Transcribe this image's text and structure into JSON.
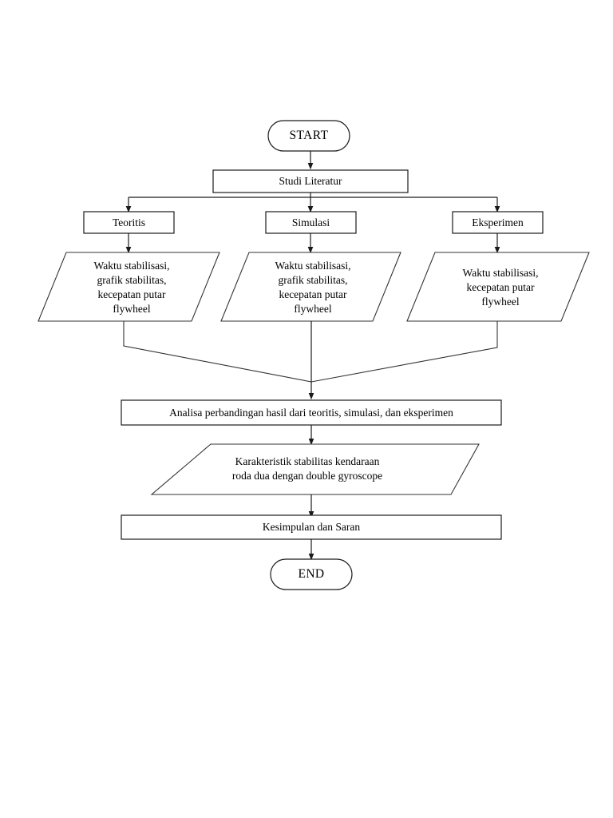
{
  "diagram": {
    "title": "Research Methodology Flowchart",
    "background_color": "#ffffff",
    "line_color": "#1a1a1a",
    "text_color": "#000000"
  },
  "nodes": {
    "start": {
      "label": "START",
      "shape": "terminal"
    },
    "studi_literatur": {
      "label": "Studi Literatur",
      "shape": "process"
    },
    "teoritis": {
      "label": "Teoritis",
      "shape": "process"
    },
    "simulasi": {
      "label": "Simulasi",
      "shape": "process"
    },
    "eksperimen": {
      "label": "Eksperimen",
      "shape": "process"
    },
    "data_teoritis": {
      "label": "Waktu stabilisasi,\ngrafik stabilitas,\nkecepatan putar\nflywheel",
      "shape": "data"
    },
    "data_simulasi": {
      "label": "Waktu stabilisasi,\ngrafik stabilitas,\nkecepatan putar\nflywheel",
      "shape": "data"
    },
    "data_eksperimen": {
      "label": "Waktu stabilisasi,\nkecepatan putar\nflywheel",
      "shape": "data"
    },
    "analisa": {
      "label": "Analisa perbandingan hasil dari teoritis, simulasi, dan eksperimen",
      "shape": "process"
    },
    "karakteristik": {
      "label": "Karakteristik stabilitas kendaraan\nroda dua dengan double gyroscope",
      "shape": "data"
    },
    "kesimpulan": {
      "label": "Kesimpulan dan Saran",
      "shape": "process"
    },
    "end": {
      "label": "END",
      "shape": "terminal"
    }
  },
  "edges": [
    {
      "from": "start",
      "to": "studi_literatur",
      "kind": "arrow-down"
    },
    {
      "from": "studi_literatur",
      "to": "branch-bus",
      "kind": "line-down"
    },
    {
      "from": "branch-bus",
      "to": "teoritis",
      "kind": "arrow-down"
    },
    {
      "from": "branch-bus",
      "to": "simulasi",
      "kind": "arrow-down"
    },
    {
      "from": "branch-bus",
      "to": "eksperimen",
      "kind": "arrow-down"
    },
    {
      "from": "teoritis",
      "to": "data_teoritis",
      "kind": "arrow-down"
    },
    {
      "from": "simulasi",
      "to": "data_simulasi",
      "kind": "arrow-down"
    },
    {
      "from": "eksperimen",
      "to": "data_eksperimen",
      "kind": "arrow-down"
    },
    {
      "from": "data_teoritis",
      "to": "merge-vertex",
      "kind": "line-diagonal"
    },
    {
      "from": "data_simulasi",
      "to": "merge-vertex",
      "kind": "line-down"
    },
    {
      "from": "data_eksperimen",
      "to": "merge-vertex",
      "kind": "line-diagonal"
    },
    {
      "from": "merge-vertex",
      "to": "analisa",
      "kind": "arrow-down"
    },
    {
      "from": "analisa",
      "to": "karakteristik",
      "kind": "arrow-down"
    },
    {
      "from": "karakteristik",
      "to": "kesimpulan",
      "kind": "arrow-down"
    },
    {
      "from": "kesimpulan",
      "to": "end",
      "kind": "arrow-down"
    }
  ]
}
